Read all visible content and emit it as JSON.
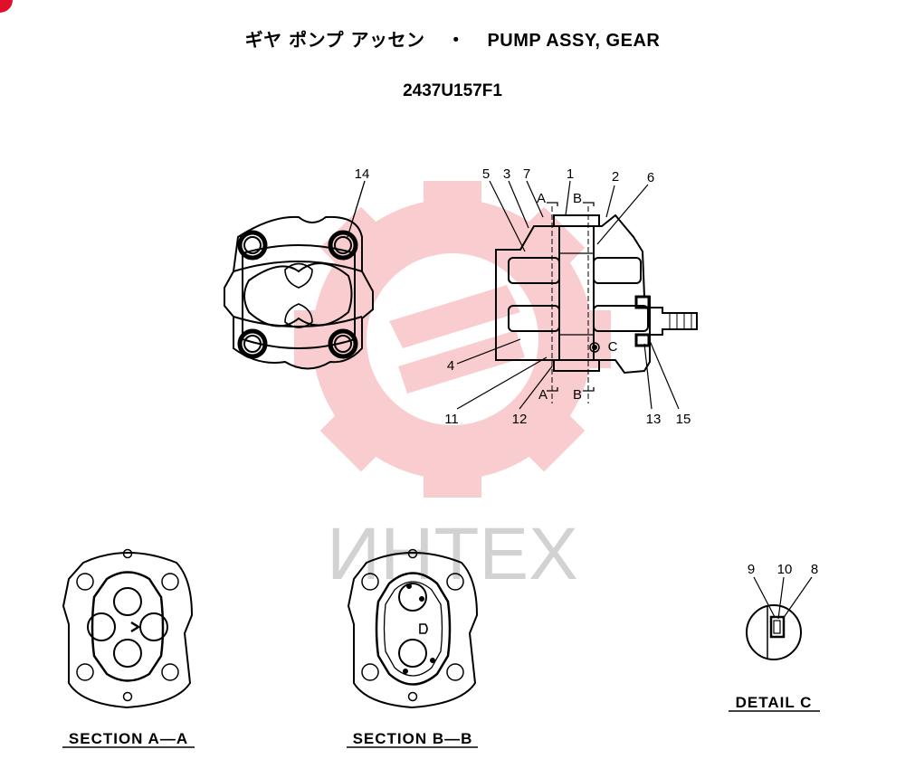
{
  "header": {
    "title_jp": "ギヤ ポンプ アッセン",
    "title_sep": "・",
    "title_en": "PUMP ASSY, GEAR",
    "part_number": "2437U157F1"
  },
  "watermark": {
    "text": "ИНТЕХ",
    "color": "#e8202a"
  },
  "callouts": {
    "c14": "14",
    "c5": "5",
    "c3": "3",
    "c7": "7",
    "c1": "1",
    "c2": "2",
    "c6": "6",
    "c4": "4",
    "c11": "11",
    "c12": "12",
    "c13": "13",
    "c15": "15",
    "c9": "9",
    "c10": "10",
    "c8": "8",
    "secA_top": "A",
    "secB_top": "B",
    "secA_bot": "A",
    "secB_bot": "B",
    "detail_mark": "C"
  },
  "captions": {
    "section_aa": "SECTION A—A",
    "section_bb": "SECTION B—B",
    "detail_c": "DETAIL C"
  }
}
